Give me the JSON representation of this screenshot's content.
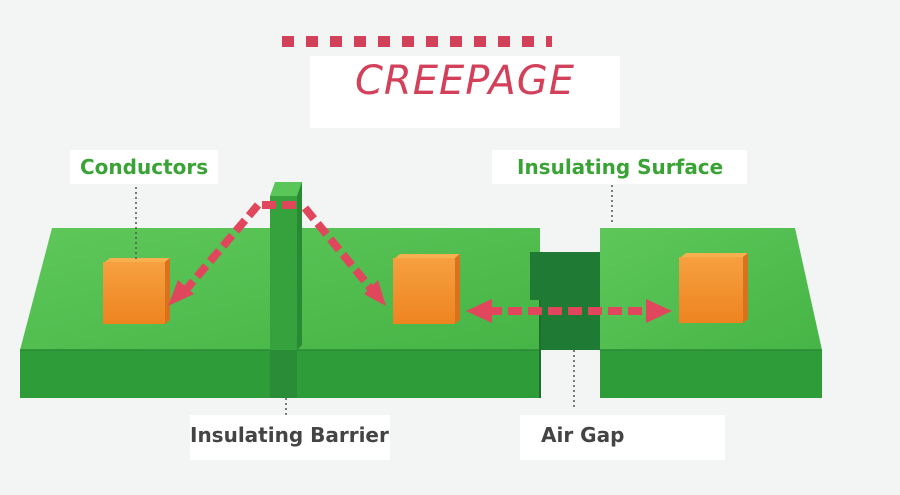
{
  "title": "CREEPAGE",
  "labels": {
    "conductors": "Conductors",
    "insulating_surface": "Insulating Surface",
    "insulating_barrier": "Insulating Barrier",
    "air_gap": "Air Gap"
  },
  "colors": {
    "title": "#d3405a",
    "green_label": "#3aa335",
    "dark_label": "#444444",
    "board_top": "#4cbb4c",
    "board_front": "#2e9a3a",
    "conductor": "#f08a2a",
    "arrow": "#e0475c"
  }
}
